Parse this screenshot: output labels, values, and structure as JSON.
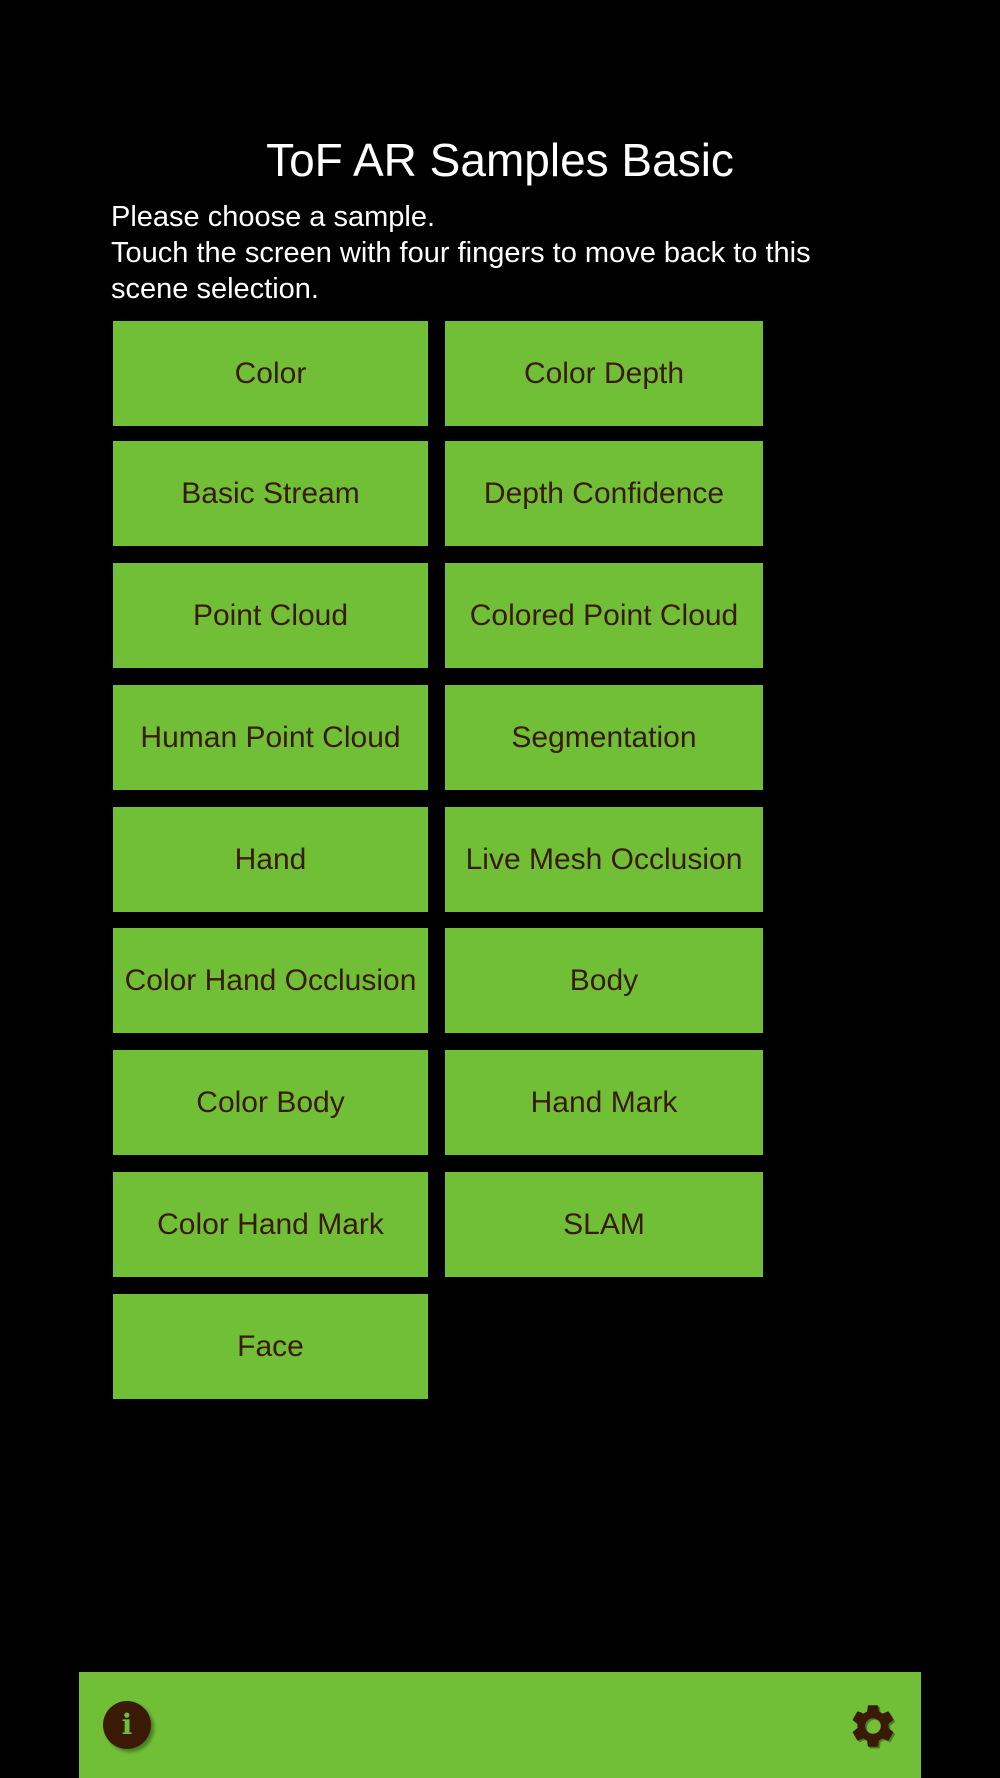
{
  "header": {
    "title": "ToF AR Samples Basic",
    "instruction_line1": "Please choose a sample.",
    "instruction_line2": "Touch the screen with four fingers to move back to this",
    "instruction_line3": "scene selection."
  },
  "samples": [
    "Color",
    "Color Depth",
    "Basic Stream",
    "Depth Confidence",
    "Point Cloud",
    "Colored Point Cloud",
    "Human Point Cloud",
    "Segmentation",
    "Hand",
    "Live Mesh Occlusion",
    "Color Hand Occlusion",
    "Body",
    "Color Body",
    "Hand Mark",
    "Color Hand Mark",
    "SLAM",
    "Face"
  ],
  "toolbar": {
    "info_glyph": "i",
    "info_icon": "info-icon",
    "settings_icon": "gear-icon"
  },
  "colors": {
    "background": "#000000",
    "accent": "#71bf37",
    "button_text": "#3a1a06"
  }
}
